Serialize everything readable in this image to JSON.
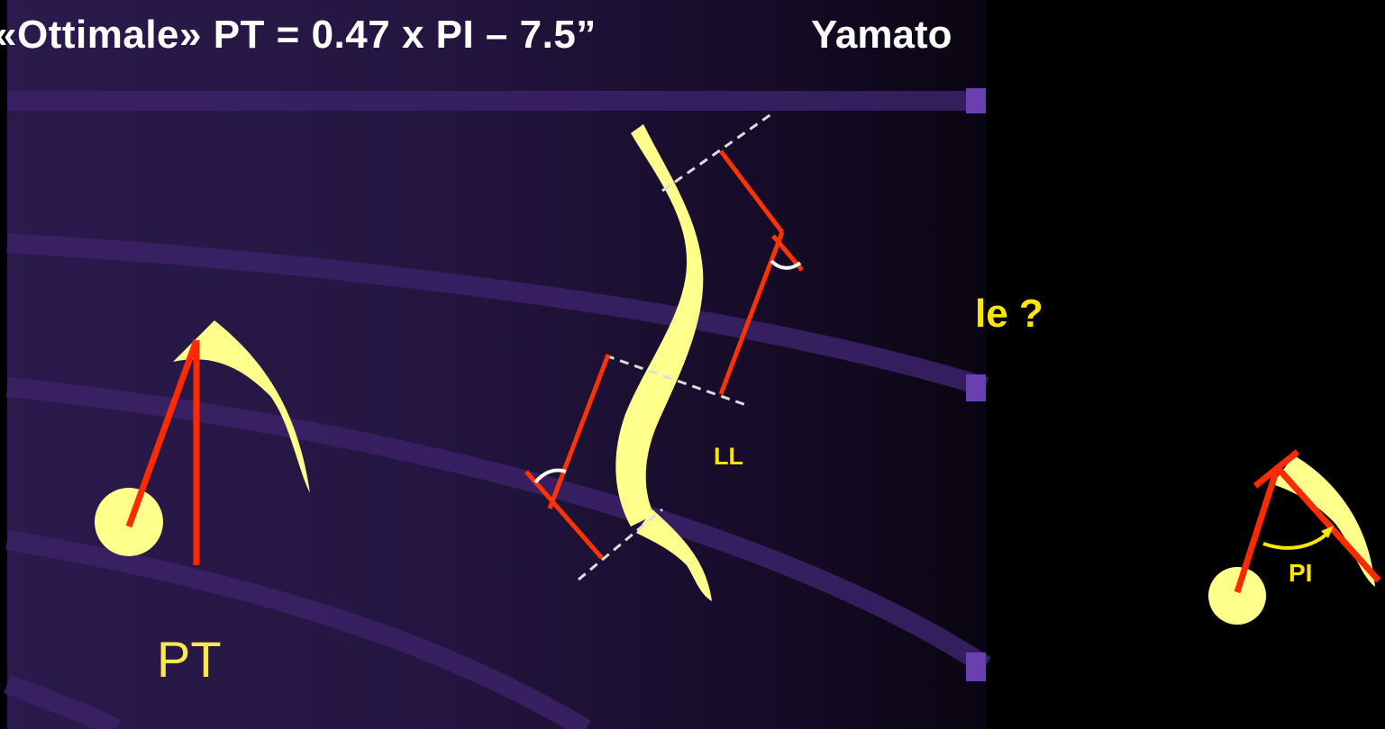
{
  "slide": {
    "title": "«Ottimale»   PT = 0.47 x PI – 7.5”",
    "author": "Yamato",
    "question_fragment": "le ?"
  },
  "labels": {
    "pt": "PT",
    "ll": "LL",
    "pi": "PI"
  },
  "colors": {
    "background": "#000000",
    "panel": "#2b1a4c",
    "bone": "#ffff8c",
    "line_red": "#ff2a00",
    "accent_yellow": "#ffe600",
    "text_white": "#ffffff"
  }
}
